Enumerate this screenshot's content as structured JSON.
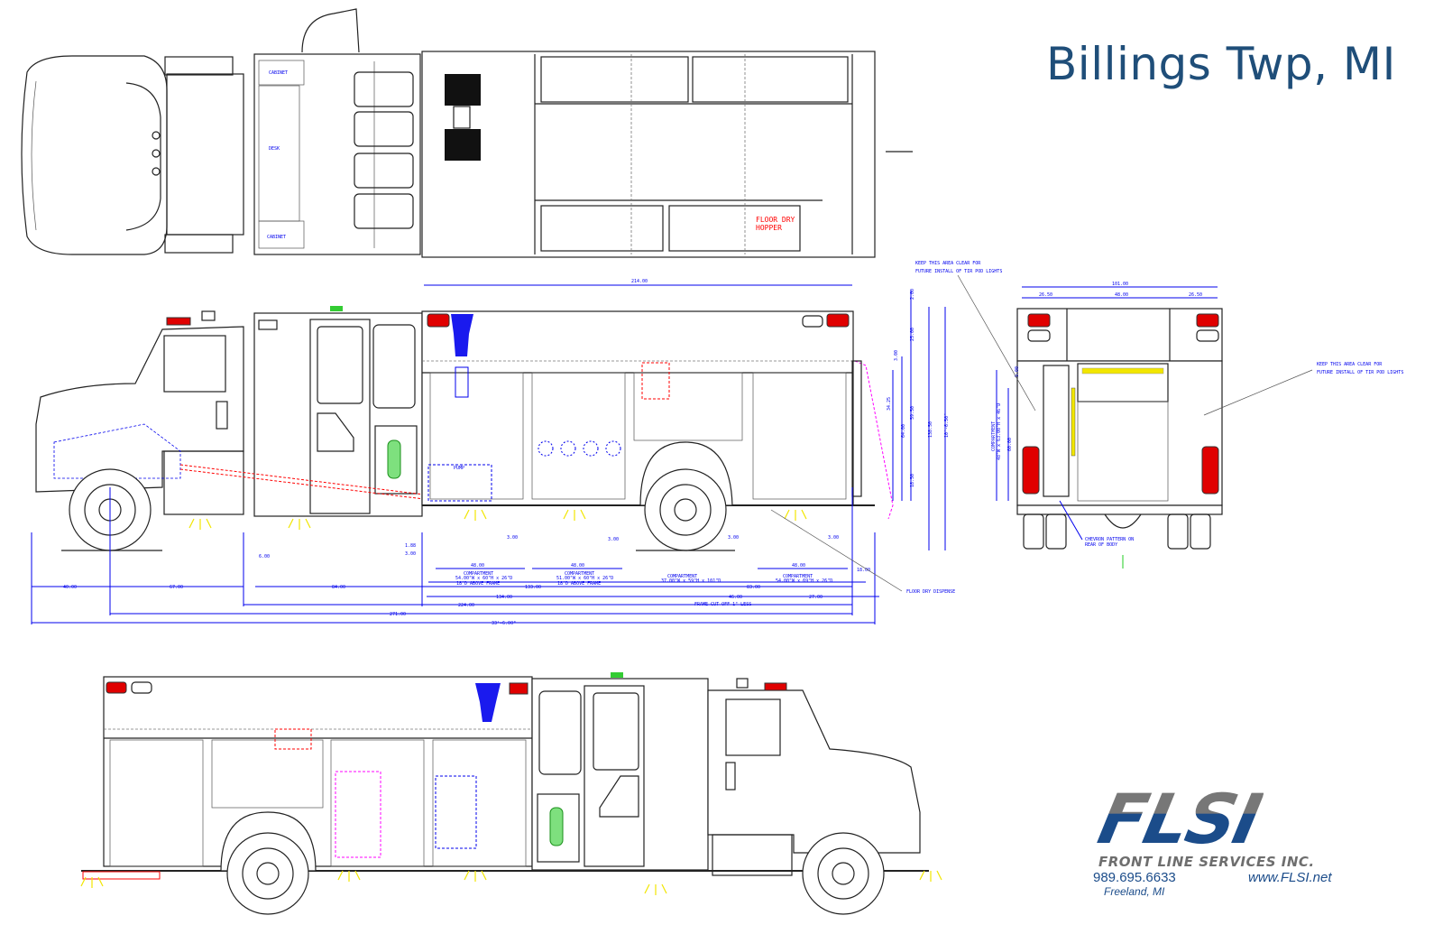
{
  "title": "Billings Twp, MI",
  "top_view": {
    "labels": [
      "CABINET",
      "DESK",
      "CABINET"
    ],
    "hopper": [
      "FLOOR DRY",
      "HOPPER"
    ]
  },
  "side_view": {
    "dims_top": "214.00",
    "dims_right": [
      "2.00",
      "25.00",
      "3.00",
      "34.25",
      "64.00",
      "59.50",
      "138.50",
      "10'-6.50\"",
      "18.50"
    ],
    "dims_bottom": {
      "small": [
        "1.88",
        "3.00",
        "3.00",
        "3.00",
        "3.00",
        "3.00",
        "6.00",
        "18.00"
      ],
      "widths": [
        "48.00",
        "48.00",
        "48.00"
      ],
      "compartments": [
        [
          "COMPARTMENT",
          "54.00\"W x 60\"H x 26\"D",
          "18\"D ABOVE FRAME"
        ],
        [
          "COMPARTMENT",
          "51.00\"W x 60\"H x 26\"D",
          "18\"D ABOVE FRAME"
        ],
        [
          "COMPARTMENT",
          "37.00\"W x 59\"H x 101\"D"
        ],
        [
          "COMPARTMENT",
          "54.00\"W x 69\"H x 26\"D"
        ]
      ],
      "runs": [
        "40.00",
        "67.00",
        "84.00",
        "133.00",
        "83.00",
        "134.00",
        "46.00",
        "27.00",
        "224.00",
        "271.00",
        "33'-6.00\""
      ],
      "frame_note": "FRAME CUT OFF 1\" LESS"
    },
    "floor_dry_note": "FLOOR DRY DISPENSE",
    "pump_label": "PUMP"
  },
  "rear_view": {
    "overall": "101.00",
    "widths": [
      "26.50",
      "48.00",
      "26.50"
    ],
    "heights": [
      "9.00",
      "60.00"
    ],
    "compartment": [
      "COMPARTMENT",
      "48\"W x 63.00\"H x 46\"D"
    ],
    "chevron_note": [
      "CHEVRON PATTERN ON",
      "REAR OF BODY"
    ],
    "tir_note_left": [
      "KEEP THIS AREA CLEAR FOR",
      "FUTURE INSTALL OF TIR POD LIGHTS"
    ],
    "tir_note_right": [
      "KEEP THIS AREA CLEAR FOR",
      "FUTURE INSTALL OF TIR POD LIGHTS"
    ]
  },
  "logo": {
    "mark": "FLSI",
    "company": "FRONT LINE SERVICES INC.",
    "phone": "989.695.6633",
    "website": "www.FLSI.net",
    "city": "Freeland, MI"
  },
  "colors": {
    "title": "#1f4e79",
    "dimension": "#0000ee",
    "warning_light": "#e00000",
    "logo_blue": "#1b4c8a",
    "logo_gray": "#777777"
  }
}
